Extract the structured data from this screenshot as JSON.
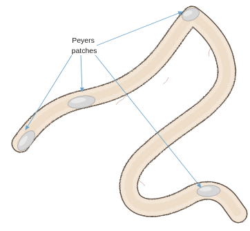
{
  "diagram": {
    "label_lines": [
      "Peyers",
      "patches"
    ],
    "colors": {
      "intestine_fill": "#f3e6d6",
      "intestine_texture": "#e8d6c0",
      "intestine_outline": "#5e5145",
      "vessel": "#c99a8e",
      "patch_fill": "#d7d7d7",
      "patch_highlight": "#ececec",
      "patch_outline": "#a8a8a8",
      "arrow": "#6aa5cf"
    },
    "patch_count": 4
  }
}
